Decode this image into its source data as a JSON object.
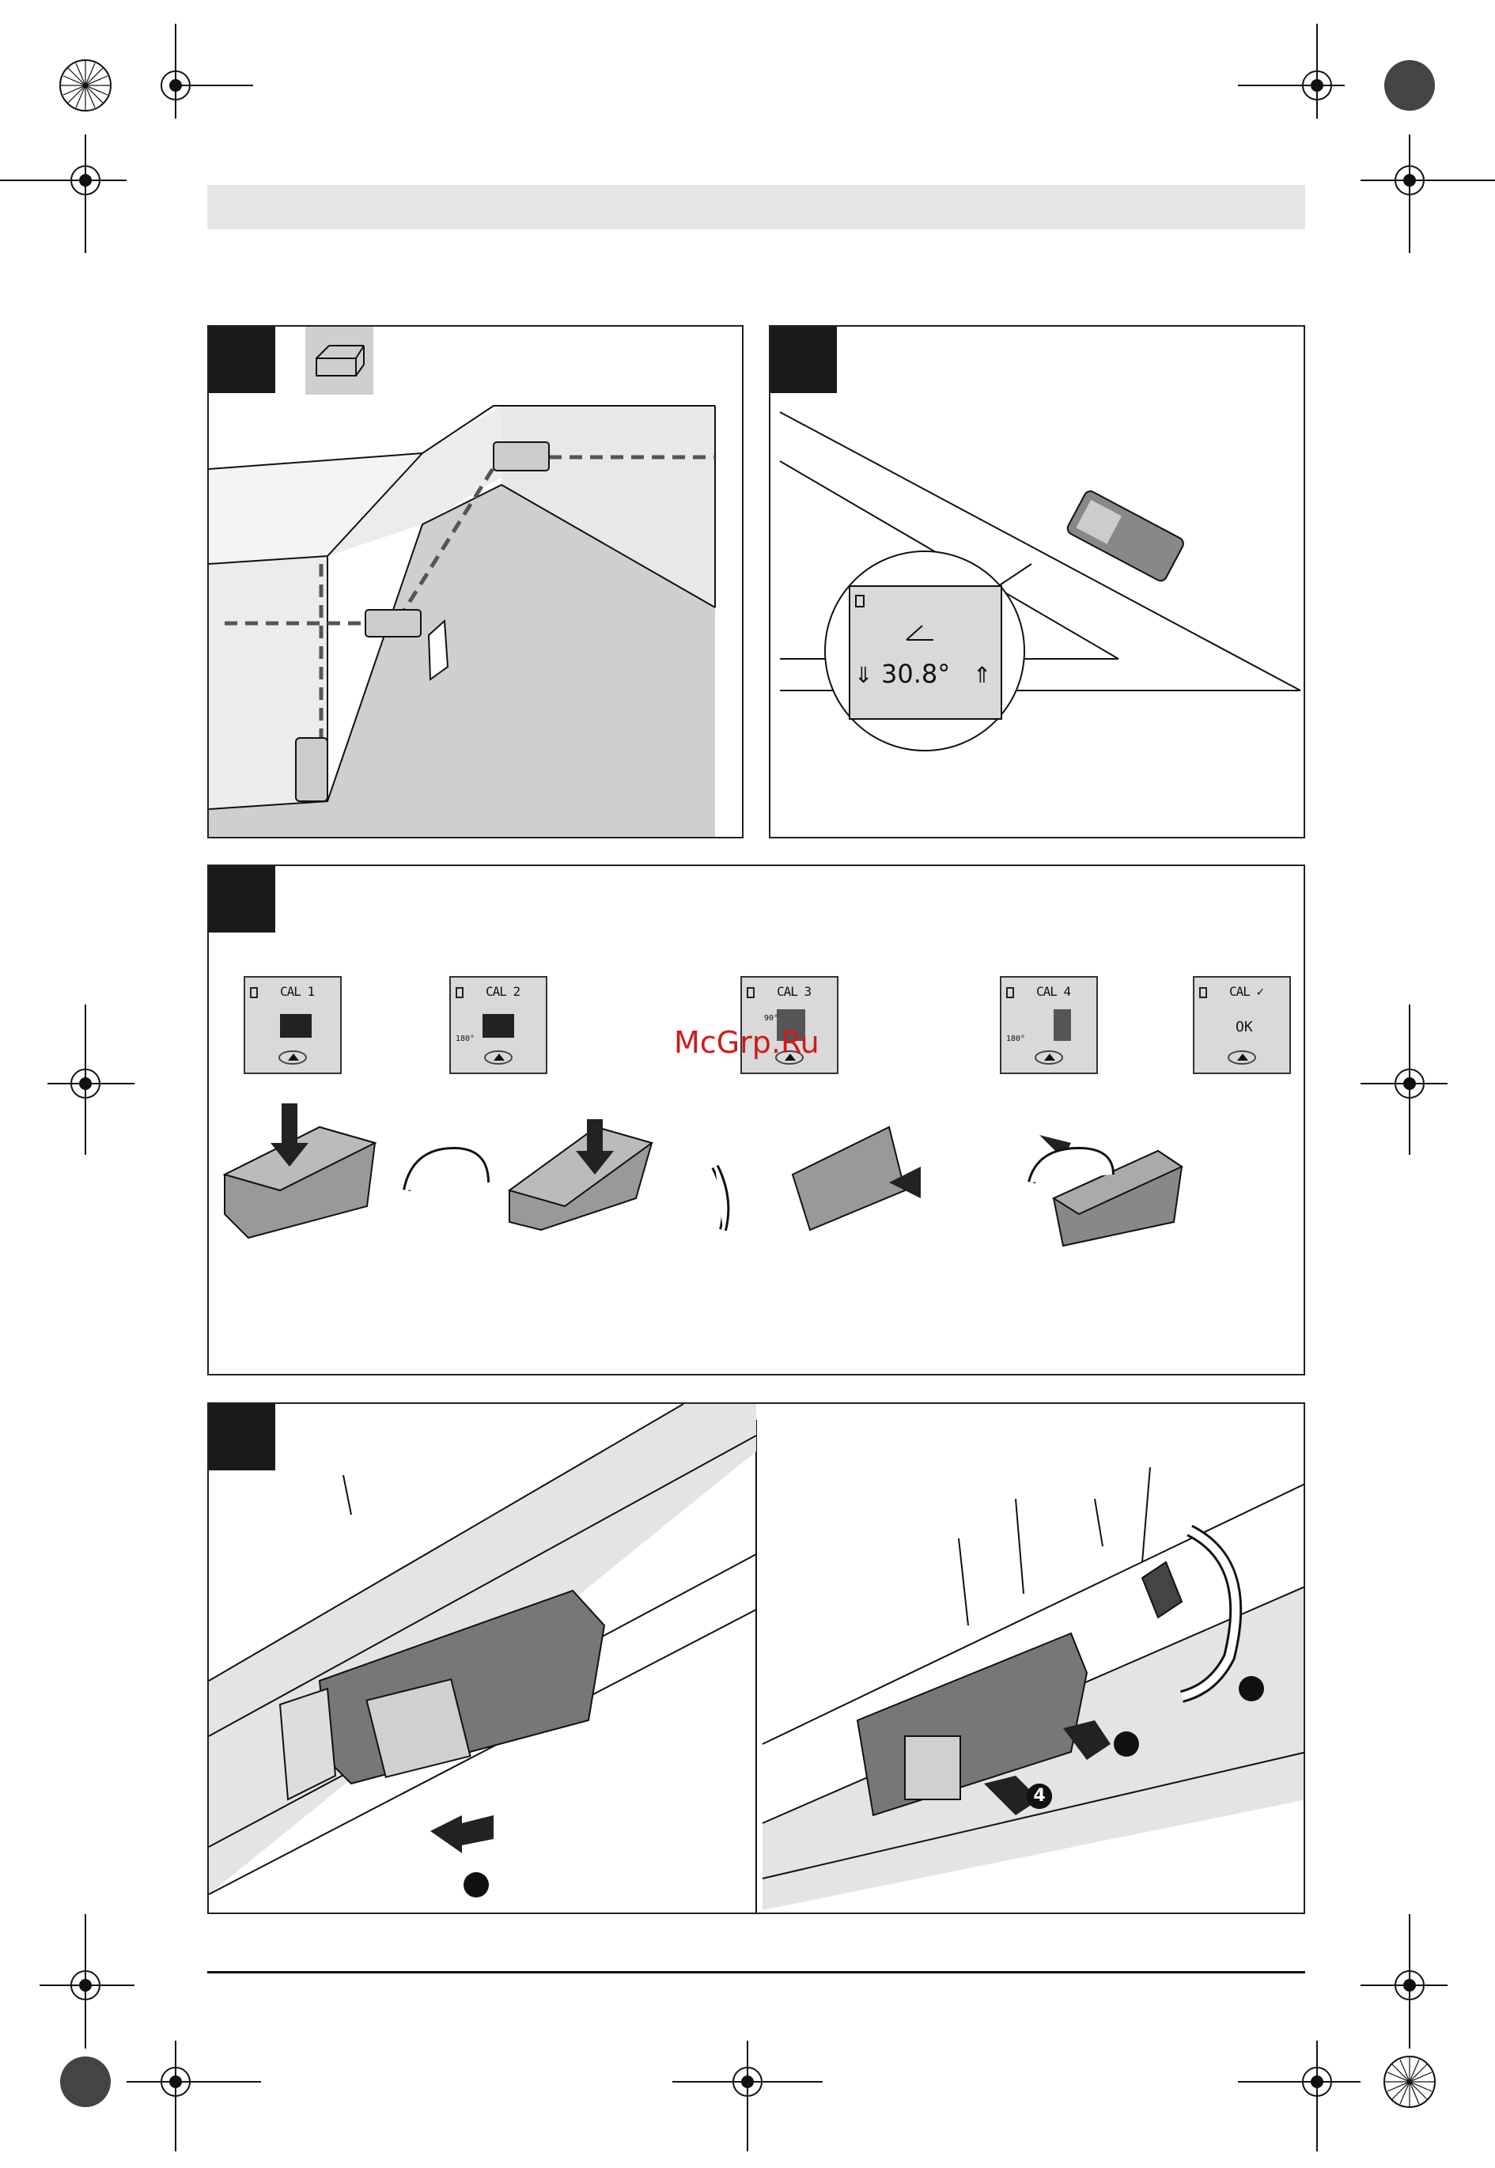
{
  "header": {
    "band_color": "#e6e6e6"
  },
  "panel_angle": {
    "readout": "30.8°"
  },
  "panel_calibration": {
    "screens": [
      {
        "label": "CAL 1",
        "angle": ""
      },
      {
        "label": "CAL 2",
        "angle": "180°"
      },
      {
        "label": "CAL 3",
        "angle": "90°"
      },
      {
        "label": "CAL 4",
        "angle": "180°"
      },
      {
        "label": "CAL ✓",
        "angle": "",
        "status": "OK"
      }
    ]
  },
  "panel_rail": {
    "step_number": "4"
  },
  "watermark": {
    "text": "McGrp.Ru",
    "color": "#d21a1a"
  }
}
